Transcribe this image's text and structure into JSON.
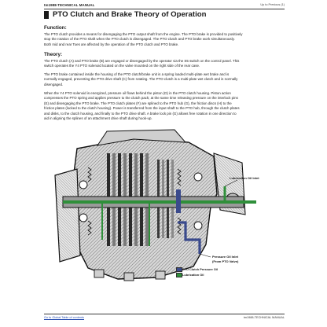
{
  "header": {
    "manual_title": "tm1988-TECHNICAL MANUAL",
    "page_info": "Up to Previous (1)"
  },
  "section_title": "PTO Clutch and Brake Theory of Operation",
  "function": {
    "heading": "Function:",
    "lines": [
      "The PTO clutch provides a means for disengaging the PTO output shaft from the engine. The PTO brake is provided to positively",
      "stop the rotation of the PTO shaft when the PTO clutch is disengaged. The PTO clutch and PTO brake work simultaneously.",
      "Both mid and rear Toes are affected by the operation of the PTO clutch and PTO brake."
    ]
  },
  "theory": {
    "heading": "Theory:",
    "para1": [
      "The PTO clutch (A) and PTO brake (B) are engaged or disengaged by the operator via the S5 switch on the control panel. This",
      "switch operates the Y4 PTO solenoid located on the valve mounted on the right side of the rear case."
    ],
    "para2": [
      "The PTO brake contained inside the housing of the PTO clutch/brake unit is a spring loaded multi-plate wet brake and is",
      "normally engaged, preventing the PTO drive shaft (C) from rotating. The PTO clutch is a multi-plate wet clutch and is normally",
      "disengaged."
    ],
    "para3": [
      "When the Y4 PTO solenoid is energized, pressure oil flows behind the piston (D) in the PTO clutch housing. Piston action",
      "compresses the PTO spring and applies pressure to the clutch pack; at the same time releasing pressure on the interlock pins",
      "(E) and disengaging the PTO brake. The PTO clutch plates (F) are splined to the PTO hub (G), the friction discs (H) to the",
      "friction plates (locked to the clutch housing). Power is transferred from the input shaft to the PTO hub, through the clutch plates",
      "and disks, to the clutch housing, and finally to the PTO drive shaft. A brake lock pin (G) allows free rotation in one direction to",
      "aid in aligning the splines of an attachment drive shaft during hook-up."
    ]
  },
  "diagram": {
    "callouts": {
      "lube_inlet": "Lubrication Oil Inlet",
      "pressure_inlet_line1": "Pressure Oil Inlet",
      "pressure_inlet_line2": "(From PTO Valve)"
    },
    "legend": [
      {
        "label": "PTO Clutch Pressure Oil",
        "color": "#3a4a8c"
      },
      {
        "label": "Lubrication Oil",
        "color": "#2f8f3a"
      }
    ]
  },
  "footer": {
    "link": "Go to Global Table of contents",
    "right": "tm1988-TECHNICAL MANUAL"
  }
}
